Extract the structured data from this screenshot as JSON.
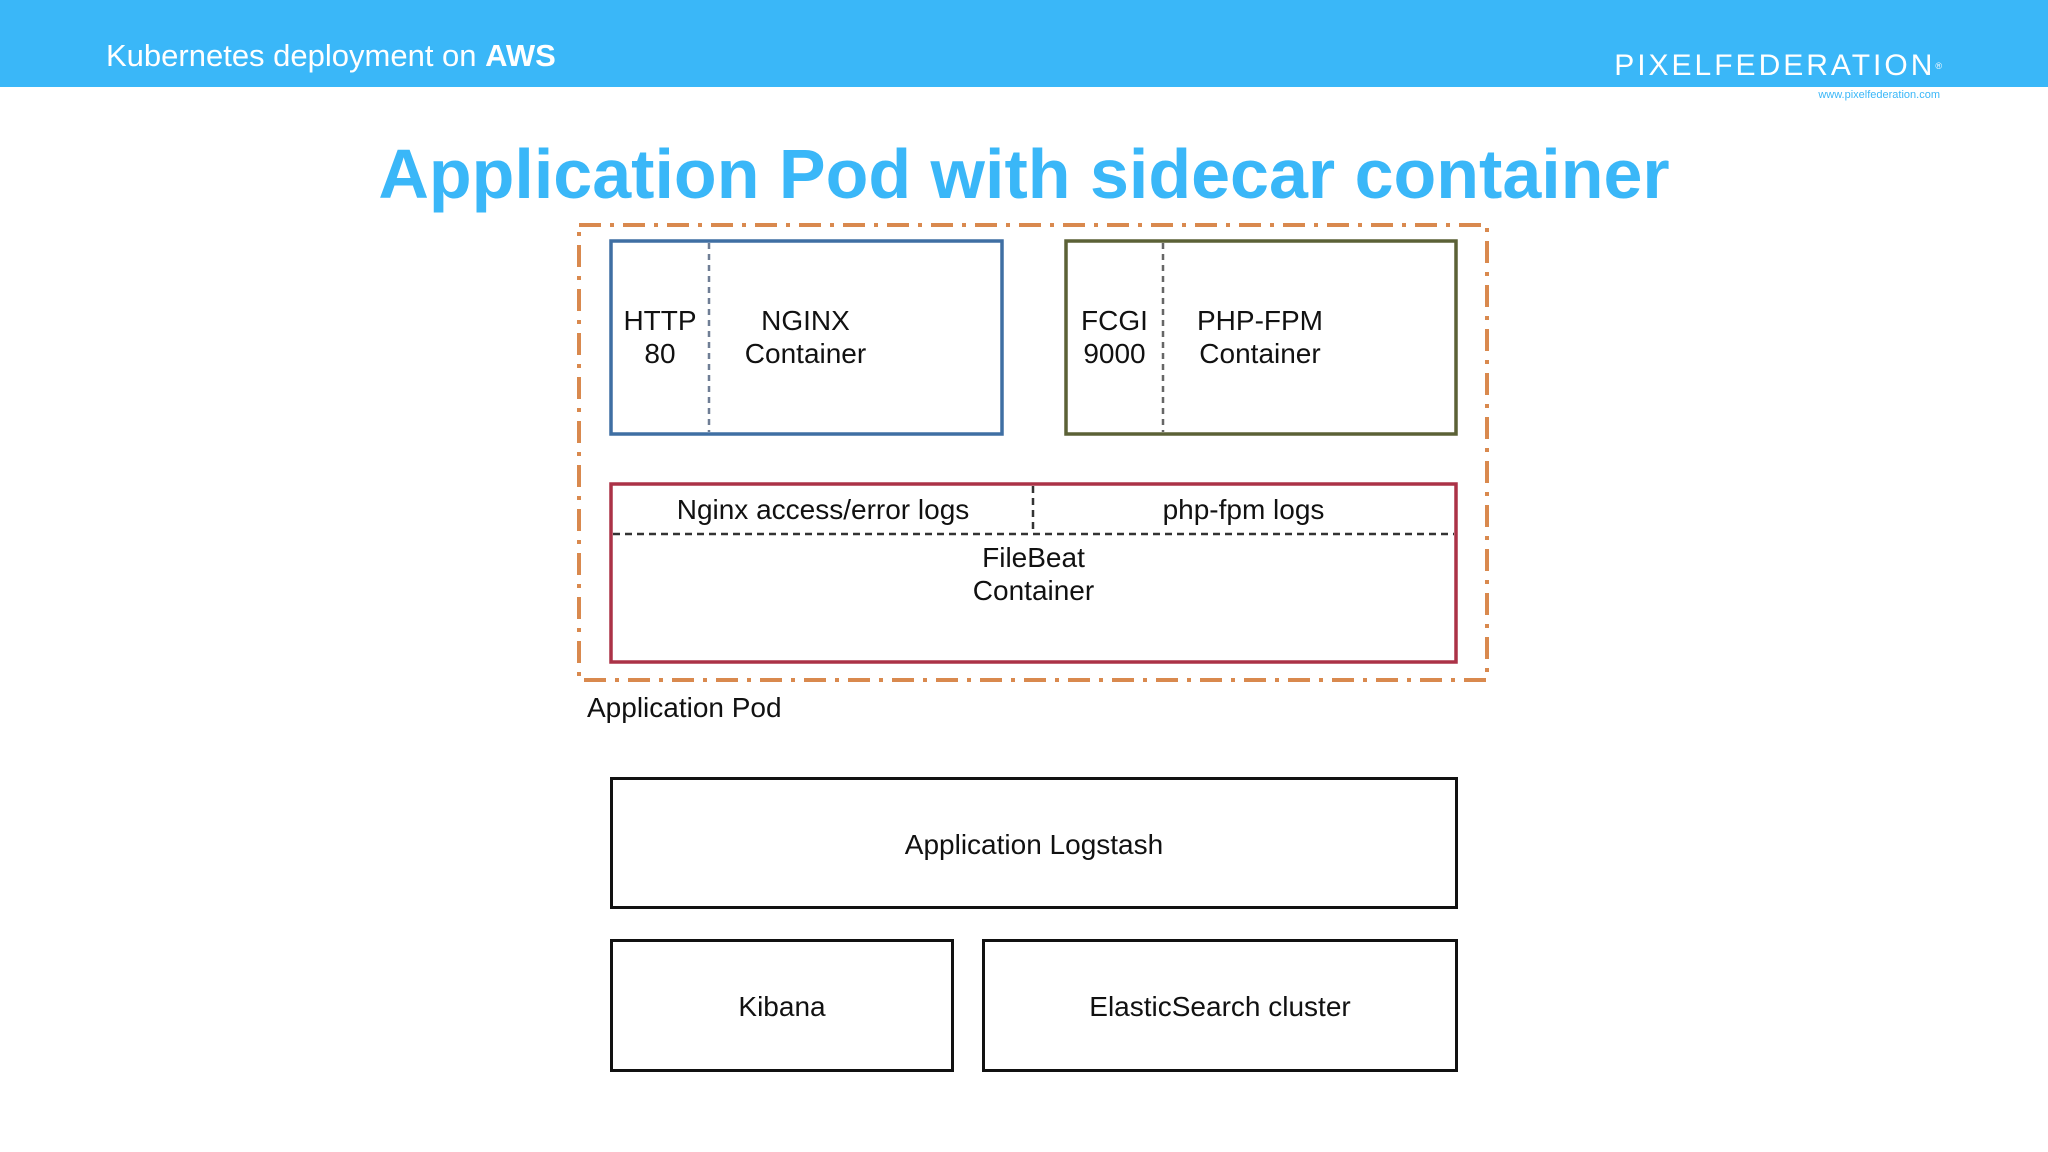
{
  "header": {
    "title_prefix": "Kubernetes deployment on ",
    "title_bold": "AWS",
    "brand": "PIXELFEDERATION",
    "brand_mark": "®",
    "brand_url": "www.pixelfederation.com"
  },
  "slide": {
    "title": "Application Pod with sidecar container"
  },
  "pod": {
    "label": "Application Pod",
    "nginx": {
      "port_line1": "HTTP",
      "port_line2": "80",
      "name_line1": "NGINX",
      "name_line2": "Container"
    },
    "phpfpm": {
      "port_line1": "FCGI",
      "port_line2": "9000",
      "name_line1": "PHP-FPM",
      "name_line2": "Container"
    },
    "filebeat": {
      "log_left": "Nginx access/error logs",
      "log_right": "php-fpm logs",
      "name_line1": "FileBeat",
      "name_line2": "Container"
    }
  },
  "services": {
    "logstash": "Application Logstash",
    "kibana": "Kibana",
    "elasticsearch": "ElasticSearch cluster"
  },
  "colors": {
    "header_bg": "#3ab7f8",
    "title": "#3ab7f8",
    "pod_border": "#d9894e",
    "nginx_border": "#3f6fa3",
    "phpfpm_border": "#5b6136",
    "filebeat_border": "#ab3247",
    "divider": "#6f7e95"
  }
}
